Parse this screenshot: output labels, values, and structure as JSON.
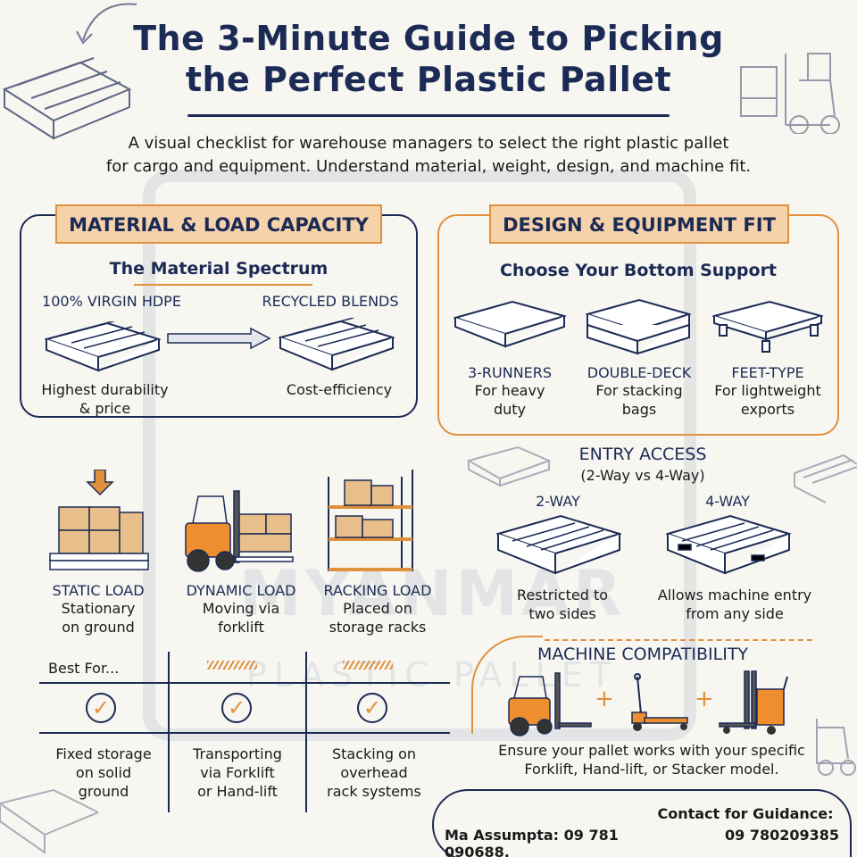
{
  "header": {
    "title_line1": "The 3-Minute Guide to Picking",
    "title_line2": "the Perfect Plastic Pallet",
    "subtitle_line1": "A visual checklist for warehouse managers to select the right plastic pallet",
    "subtitle_line2": "for cargo and equipment. Understand material, weight, design, and machine fit."
  },
  "material_section": {
    "banner": "MATERIAL & LOAD CAPACITY",
    "heading": "The Material Spectrum",
    "left_title": "100% VIRGIN HDPE",
    "left_note_line1": "Highest durability",
    "left_note_line2": "& price",
    "right_title": "RECYCLED BLENDS",
    "right_note": "Cost-efficiency"
  },
  "design_section": {
    "banner": "DESIGN & EQUIPMENT FIT",
    "heading": "Choose Your Bottom Support",
    "types": [
      {
        "name": "3-RUNNERS",
        "desc1": "For heavy",
        "desc2": "duty"
      },
      {
        "name": "DOUBLE-DECK",
        "desc1": "For stacking",
        "desc2": "bags"
      },
      {
        "name": "FEET-TYPE",
        "desc1": "For lightweight",
        "desc2": "exports"
      }
    ]
  },
  "entry_access": {
    "heading": "ENTRY ACCESS",
    "subheading": "(2-Way vs 4-Way)",
    "two_way": {
      "name": "2-WAY",
      "desc1": "Restricted to",
      "desc2": "two sides"
    },
    "four_way": {
      "name": "4-WAY",
      "desc1": "Allows machine entry",
      "desc2": "from any side"
    }
  },
  "load_types": [
    {
      "name": "STATIC LOAD",
      "desc1": "Stationary",
      "desc2": "on ground",
      "best1": "Fixed storage",
      "best2": "on solid",
      "best3": "ground"
    },
    {
      "name": "DYNAMIC LOAD",
      "desc1": "Moving via",
      "desc2": "forklift",
      "best1": "Transporting",
      "best2": "via Forklift",
      "best3": "or Hand-lift"
    },
    {
      "name": "RACKING LOAD",
      "desc1": "Placed on",
      "desc2": "storage racks",
      "best1": "Stacking on",
      "best2": "overhead",
      "best3": "rack systems"
    }
  ],
  "best_for_label": "Best For...",
  "machine": {
    "heading": "MACHINE COMPATIBILITY",
    "note_line1": "Ensure your pallet works with your specific",
    "note_line2": "Forklift, Hand-lift, or Stacker model.",
    "plus": "+"
  },
  "contact": {
    "heading": "Contact for Guidance:",
    "name_phone": "Ma Assumpta: 09 781 090688,",
    "phone2": "09 780209385"
  },
  "watermark": {
    "word": "MYANMAR",
    "sub": "PLASTIC PALLET"
  },
  "colors": {
    "navy": "#1c2b55",
    "orange": "#e0913d",
    "banner_fill": "#f6d2aa",
    "paper": "#f7f6f1"
  }
}
